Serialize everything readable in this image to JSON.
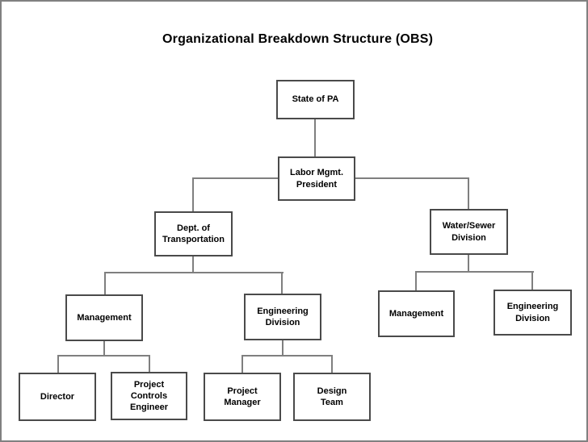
{
  "title": "Organizational Breakdown Structure (OBS)",
  "org_chart": {
    "type": "hierarchy",
    "colors": {
      "background": "#ffffff",
      "frame_border": "#808080",
      "box_border": "#4a4a4a",
      "connector": "#7f7f7f",
      "text": "#000000"
    },
    "nodes": {
      "state_of_pa": {
        "label": "State of PA",
        "parent": null
      },
      "labor_mgmt_president": {
        "label": "Labor Mgmt.\nPresident",
        "parent": "state_of_pa"
      },
      "dept_of_transportation": {
        "label": "Dept. of\nTransportation",
        "parent": "labor_mgmt_president"
      },
      "water_sewer_division": {
        "label": "Water/Sewer\nDivision",
        "parent": "labor_mgmt_president"
      },
      "management_dot": {
        "label": "Management",
        "parent": "dept_of_transportation"
      },
      "engineering_division_dot": {
        "label": "Engineering\nDivision",
        "parent": "dept_of_transportation"
      },
      "management_ws": {
        "label": "Management",
        "parent": "water_sewer_division"
      },
      "engineering_division_ws": {
        "label": "Engineering\nDivision",
        "parent": "water_sewer_division"
      },
      "director": {
        "label": "Director",
        "parent": "management_dot"
      },
      "project_controls_engineer": {
        "label": "Project\nControls\nEngineer",
        "parent": "management_dot"
      },
      "project_manager": {
        "label": "Project\nManager",
        "parent": "engineering_division_dot"
      },
      "design_team": {
        "label": "Design\nTeam",
        "parent": "engineering_division_dot"
      }
    }
  }
}
